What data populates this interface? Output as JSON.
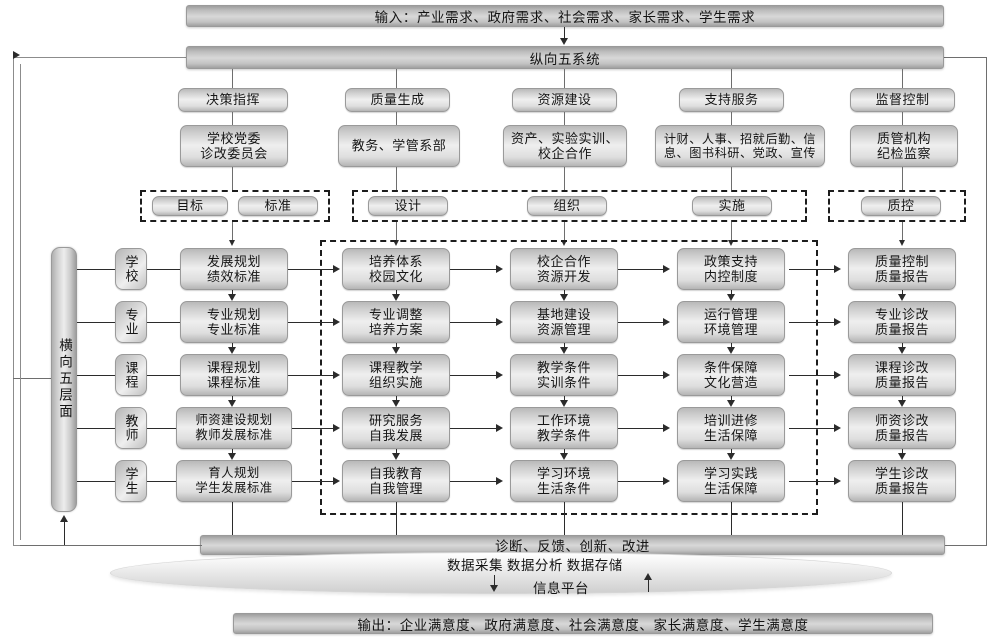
{
  "diagram": {
    "title_top": "输入：产业需求、政府需求、社会需求、家长需求、学生需求",
    "system_bar": "纵向五系统",
    "vertical_axis_label": "横向五层面",
    "feedback_bar": "诊断、反馈、创新、改进",
    "platform_functions": "数据采集   数据分析   数据存储",
    "platform_name": "信息平台",
    "output_bar": "输出：企业满意度、政府满意度、社会满意度、家长满意度、学生满意度"
  },
  "system_columns": [
    {
      "head": "决策指挥",
      "dept": [
        "学校党委",
        "诊改委员会"
      ]
    },
    {
      "head": "质量生成",
      "dept": [
        "教务、学管系部"
      ]
    },
    {
      "head": "资源建设",
      "dept": [
        "资产、实验实训、",
        "校企合作"
      ]
    },
    {
      "head": "支持服务",
      "dept": [
        "计财、人事、招就后勤、信",
        "息、图书科研、党政、宣传"
      ]
    },
    {
      "head": "监督控制",
      "dept": [
        "质管机构",
        "纪检监察"
      ]
    }
  ],
  "phase_groups": [
    {
      "items": [
        "目标",
        "标准"
      ]
    },
    {
      "items": [
        "设计",
        "组织",
        "实施"
      ]
    },
    {
      "items": [
        "质控"
      ]
    }
  ],
  "phase_flat": [
    "目标",
    "标准",
    "设计",
    "组织",
    "实施",
    "质控"
  ],
  "layers": [
    "学校",
    "专业",
    "课程",
    "教师",
    "学生"
  ],
  "matrix": {
    "columns": [
      "目标标准",
      "设计",
      "组织",
      "实施",
      "质控"
    ],
    "rows": [
      {
        "layer": "学校",
        "cells": [
          [
            "发展规划",
            "绩效标准"
          ],
          [
            "培养体系",
            "校园文化"
          ],
          [
            "校企合作",
            "资源开发"
          ],
          [
            "政策支持",
            "内控制度"
          ],
          [
            "质量控制",
            "质量报告"
          ]
        ]
      },
      {
        "layer": "专业",
        "cells": [
          [
            "专业规划",
            "专业标准"
          ],
          [
            "专业调整",
            "培养方案"
          ],
          [
            "基地建设",
            "资源管理"
          ],
          [
            "运行管理",
            "环境管理"
          ],
          [
            "专业诊改",
            "质量报告"
          ]
        ]
      },
      {
        "layer": "课程",
        "cells": [
          [
            "课程规划",
            "课程标准"
          ],
          [
            "课程教学",
            "组织实施"
          ],
          [
            "教学条件",
            "实训条件"
          ],
          [
            "条件保障",
            "文化营造"
          ],
          [
            "课程诊改",
            "质量报告"
          ]
        ]
      },
      {
        "layer": "教师",
        "cells": [
          [
            "师资建设规划",
            "教师发展标准"
          ],
          [
            "研究服务",
            "自我发展"
          ],
          [
            "工作环境",
            "教学条件"
          ],
          [
            "培训进修",
            "生活保障"
          ],
          [
            "师资诊改",
            "质量报告"
          ]
        ]
      },
      {
        "layer": "学生",
        "cells": [
          [
            "育人规划",
            "学生发展标准"
          ],
          [
            "自我教育",
            "自我管理"
          ],
          [
            "学习环境",
            "生活条件"
          ],
          [
            "学习实践",
            "生活保障"
          ],
          [
            "学生诊改",
            "质量报告"
          ]
        ]
      }
    ]
  },
  "colors": {
    "box_fill_light": "#efefef",
    "box_fill_dark": "#b5b5b5",
    "border": "#9a9a9a",
    "line": "#2b2b2b",
    "dashed": "#1d1d1d"
  }
}
